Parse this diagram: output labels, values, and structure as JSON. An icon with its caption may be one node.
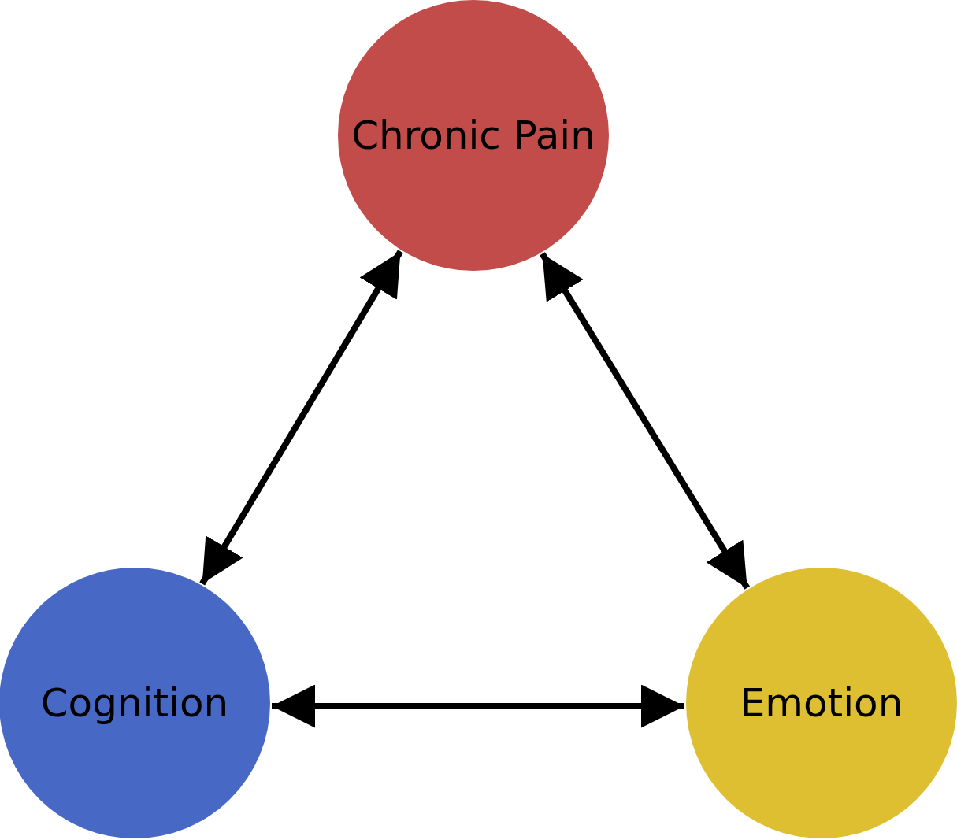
{
  "diagram": {
    "nodes": [
      {
        "text": [
          "Chronic Pain"
        ]
      },
      {
        "text": [
          "Cognition"
        ]
      },
      {
        "text": [
          "Emotion"
        ]
      }
    ],
    "edges": [
      {
        "from": 0,
        "to": 1,
        "arrow": "both"
      },
      {
        "from": 0,
        "to": 2,
        "arrow": "both"
      },
      {
        "from": 1,
        "to": 2,
        "arrow": "both"
      }
    ]
  }
}
